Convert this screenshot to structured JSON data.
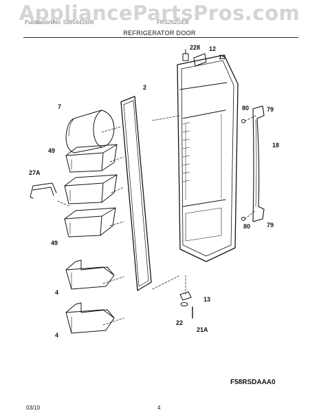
{
  "header": {
    "watermark": "AppliancePartsPros.com",
    "left_text": "Publication No: 5995441606",
    "right_text": "FRS26ZGEB",
    "title": "REFRIGERATOR DOOR"
  },
  "callouts": {
    "c7": "7",
    "c49a": "49",
    "c27A": "27A",
    "c49b": "49",
    "c4a": "4",
    "c4b": "4",
    "c2": "2",
    "c228": "228",
    "c12": "12",
    "c15": "15",
    "c80a": "80",
    "c79a": "79",
    "c18": "18",
    "c80b": "80",
    "c79b": "79",
    "c13": "13",
    "c22": "22",
    "c21A": "21A"
  },
  "figure_code": "F58RSDAAA0",
  "footer": {
    "date": "03/10",
    "page": "4"
  }
}
